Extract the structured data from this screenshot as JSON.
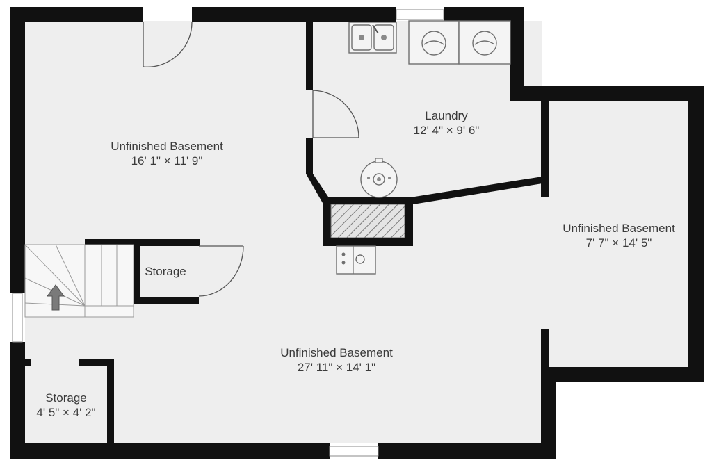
{
  "rooms": {
    "main_north": {
      "name": "Unfinished Basement",
      "dims": "16' 1\" × 11' 9\""
    },
    "laundry": {
      "name": "Laundry",
      "dims": "12' 4\" × 9' 6\""
    },
    "east": {
      "name": "Unfinished Basement",
      "dims": "7' 7\" × 14' 5\""
    },
    "main_south": {
      "name": "Unfinished Basement",
      "dims": "27' 11\" × 14' 1\""
    },
    "storage_closet": {
      "name": "Storage"
    },
    "storage_corner": {
      "name": "Storage",
      "dims": "4' 5\" × 4' 2\""
    }
  },
  "icons": {
    "stairs_arrow": "up-arrow-icon",
    "water_heater": "water-heater-icon",
    "washer": "washing-machine-icon",
    "sink": "laundry-sink-icon",
    "furnace": "furnace-icon"
  },
  "colors": {
    "wall": "#111111",
    "floor": "#eeeeee",
    "chimney_hatch": "#8a8a8a"
  }
}
